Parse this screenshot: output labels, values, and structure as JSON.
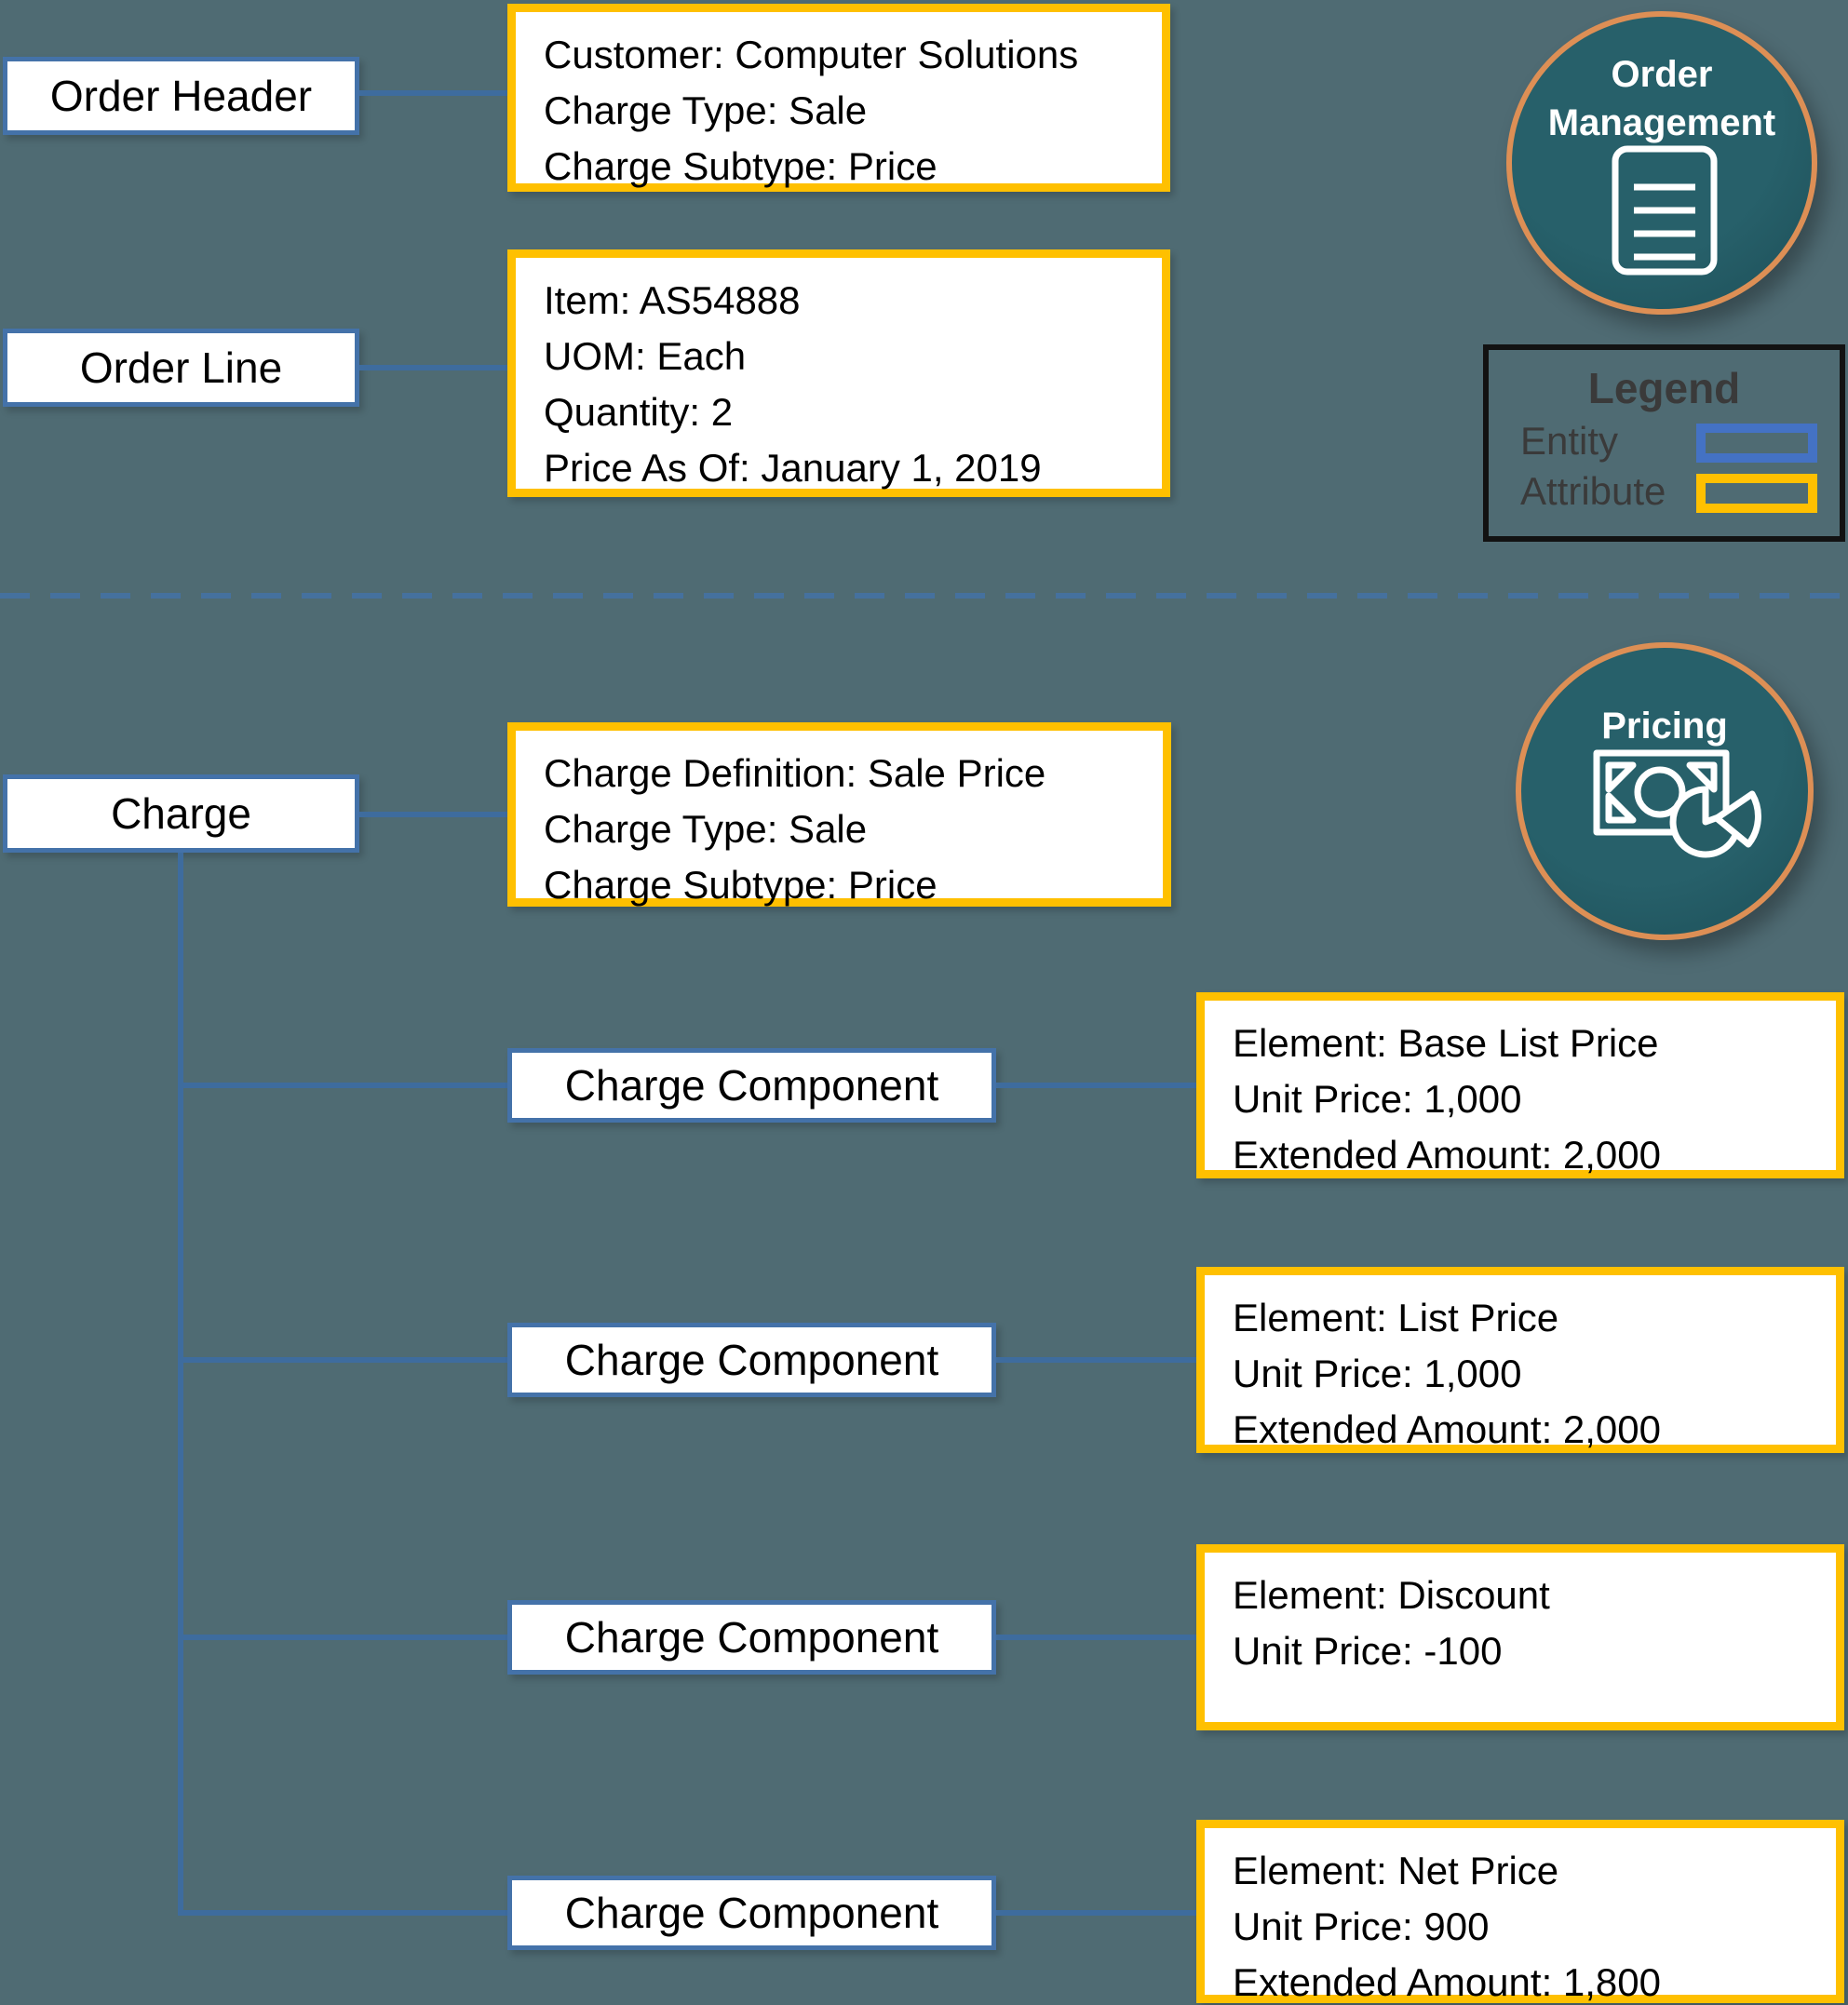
{
  "colors": {
    "background": "#4F6B73",
    "entity_border": "#4472A9",
    "entity_swatch": "#4472C4",
    "attribute_border": "#FFC000",
    "connector": "#3E6C9E",
    "dashed_divider": "#45719E",
    "circle_fill": "#27606A",
    "circle_fill_dark": "#1C4E57",
    "circle_border": "#DD8F55",
    "legend_border": "#121212",
    "legend_text": "#3A3A3A",
    "box_text": "#000000",
    "circle_text": "#FFFFFF"
  },
  "badges": {
    "order_management": {
      "label_line1": "Order",
      "label_line2": "Management",
      "icon": "document-icon"
    },
    "pricing": {
      "label": "Pricing",
      "icon": "money-pie-chart-icon"
    }
  },
  "legend": {
    "title": "Legend",
    "items": [
      {
        "label": "Entity",
        "swatch": "blue-outline-box"
      },
      {
        "label": "Attribute",
        "swatch": "gold-outline-box"
      }
    ]
  },
  "entities": {
    "order_header": "Order Header",
    "order_line": "Order Line",
    "charge": "Charge",
    "charge_component": "Charge Component"
  },
  "attributes": {
    "order_header": {
      "lines": [
        "Customer: Computer Solutions",
        "Charge Type: Sale",
        "Charge Subtype: Price"
      ]
    },
    "order_line": {
      "lines": [
        "Item: AS54888",
        "UOM: Each",
        "Quantity: 2",
        "Price As Of: January 1, 2019"
      ]
    },
    "charge": {
      "lines": [
        "Charge Definition: Sale Price",
        "Charge Type: Sale",
        "Charge Subtype: Price"
      ]
    },
    "component_1": {
      "lines": [
        "Element: Base List Price",
        "Unit Price: 1,000",
        "Extended Amount: 2,000"
      ]
    },
    "component_2": {
      "lines": [
        "Element: List Price",
        "Unit Price: 1,000",
        "Extended Amount: 2,000"
      ]
    },
    "component_3": {
      "lines": [
        "Element: Discount",
        "Unit Price: -100"
      ]
    },
    "component_4": {
      "lines": [
        "Element: Net Price",
        "Unit Price: 900",
        "Extended Amount: 1,800"
      ]
    }
  }
}
